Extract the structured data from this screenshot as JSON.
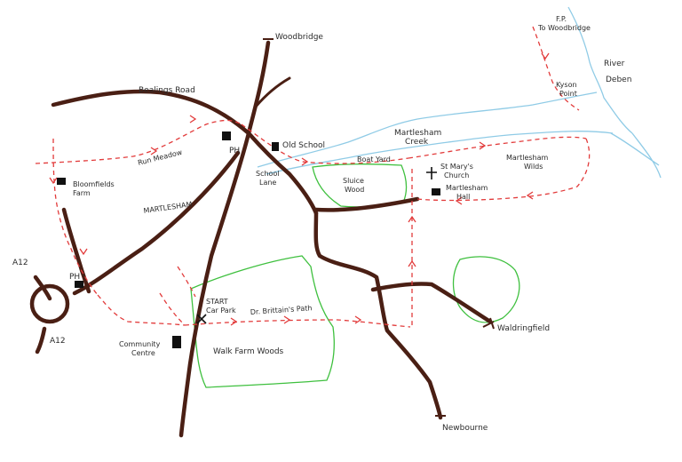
{
  "labels": {
    "woodbridge": "Woodbridge",
    "bealings_road": "Bealings Road",
    "old_school": "Old School",
    "ph_top": "PH",
    "run_meadow": "Run Meadow",
    "bloomfields_farm_1": "Bloomfields",
    "bloomfields_farm_2": "Farm",
    "martlesham": "MARTLESHAM",
    "a12_top": "A12",
    "a12_bottom": "A12",
    "ph_bottom": "PH",
    "start": "START",
    "car_park": "Car Park",
    "dr_brittains_path": "Dr. Brittain's Path",
    "community_centre_1": "Community",
    "community_centre_2": "Centre",
    "walk_farm_woods": "Walk Farm Woods",
    "newbourne": "Newbourne",
    "waldringfield": "Waldringfield",
    "school_lane_1": "School",
    "school_lane_2": "Lane",
    "sluice_wood_1": "Sluice",
    "sluice_wood_2": "Wood",
    "boatyard": "Boat Yard",
    "st_marys_church_1": "St Mary's",
    "st_marys_church_2": "Church",
    "martlesham_hall_1": "Martlesham",
    "martlesham_hall_2": "Hall",
    "martlesham_wilds_1": "Martlesham",
    "martlesham_wilds_2": "Wilds",
    "martlesham_creek_1": "Martlesham",
    "martlesham_creek_2": "Creek",
    "kyson_point_1": "Kyson",
    "kyson_point_2": "Point",
    "river_deben_1": "River",
    "river_deben_2": "Deben",
    "fp_woodbridge_1": "F.P.",
    "fp_woodbridge_2": "To Woodbridge"
  },
  "colors": {
    "road": "#4a1f14",
    "footpath": "#e23b3b",
    "water": "#8fcbe6",
    "woodland": "#3fc03f",
    "building": "#111111"
  }
}
